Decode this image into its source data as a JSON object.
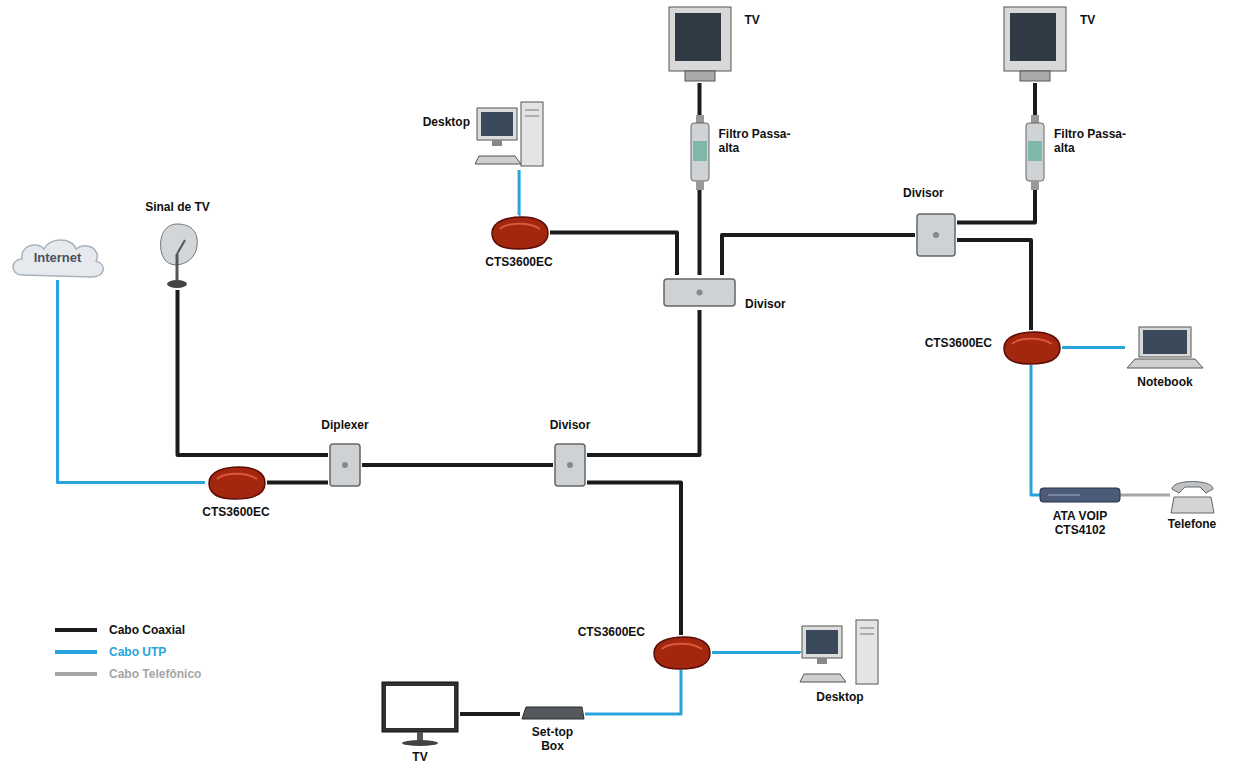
{
  "diagram": {
    "nodes": [
      {
        "text": [
          "Internet"
        ]
      },
      {
        "text": [
          "Sinal de TV"
        ]
      },
      {
        "text": [
          "Desktop"
        ]
      },
      {
        "text": [
          "CTS3600EC"
        ]
      },
      {
        "text": [
          "TV"
        ]
      },
      {
        "text": [
          "Filtro Passa-alta"
        ]
      },
      {
        "text": [
          "Divisor"
        ]
      },
      {
        "text": [
          "TV"
        ]
      },
      {
        "text": [
          "Filtro Passa-alta"
        ]
      },
      {
        "text": [
          "Divisor"
        ]
      },
      {
        "text": [
          "CTS3600EC"
        ]
      },
      {
        "text": [
          "Notebook"
        ]
      },
      {
        "text": [
          "ATA VOIP CTS4102"
        ]
      },
      {
        "text": [
          "Telefone"
        ]
      },
      {
        "text": [
          "CTS3600EC"
        ]
      },
      {
        "text": [
          "Diplexer"
        ]
      },
      {
        "text": [
          "Divisor"
        ]
      },
      {
        "text": [
          "CTS3600EC"
        ]
      },
      {
        "text": [
          "Desktop"
        ]
      },
      {
        "text": [
          "Set-top Box"
        ]
      },
      {
        "text": [
          "TV"
        ]
      }
    ],
    "edges": [
      {
        "from": 0,
        "to": 14,
        "arrow": "none"
      },
      {
        "from": 1,
        "to": 15,
        "arrow": "none"
      },
      {
        "from": 14,
        "to": 15,
        "arrow": "none"
      },
      {
        "from": 15,
        "to": 16,
        "arrow": "none"
      },
      {
        "from": 16,
        "to": 6,
        "arrow": "none"
      },
      {
        "from": 16,
        "to": 17,
        "arrow": "none"
      },
      {
        "from": 6,
        "to": 3,
        "arrow": "none"
      },
      {
        "from": 6,
        "to": 5,
        "arrow": "none"
      },
      {
        "from": 5,
        "to": 4,
        "arrow": "none"
      },
      {
        "from": 6,
        "to": 9,
        "arrow": "none"
      },
      {
        "from": 9,
        "to": 8,
        "arrow": "none"
      },
      {
        "from": 8,
        "to": 7,
        "arrow": "none"
      },
      {
        "from": 9,
        "to": 10,
        "arrow": "none"
      },
      {
        "from": 10,
        "to": 11,
        "arrow": "none"
      },
      {
        "from": 10,
        "to": 12,
        "arrow": "none"
      },
      {
        "from": 12,
        "to": 13,
        "arrow": "none"
      },
      {
        "from": 2,
        "to": 3,
        "arrow": "none"
      },
      {
        "from": 17,
        "to": 18,
        "arrow": "none"
      },
      {
        "from": 17,
        "to": 19,
        "arrow": "none"
      },
      {
        "from": 19,
        "to": 20,
        "arrow": "none"
      }
    ],
    "legend": [
      {
        "text": "Cabo Coaxial",
        "color": "#1b1b1b"
      },
      {
        "text": "Cabo UTP",
        "color": "#29a3dc"
      },
      {
        "text": "Cabo Telefônico",
        "color": "#a6a6a6"
      }
    ]
  }
}
